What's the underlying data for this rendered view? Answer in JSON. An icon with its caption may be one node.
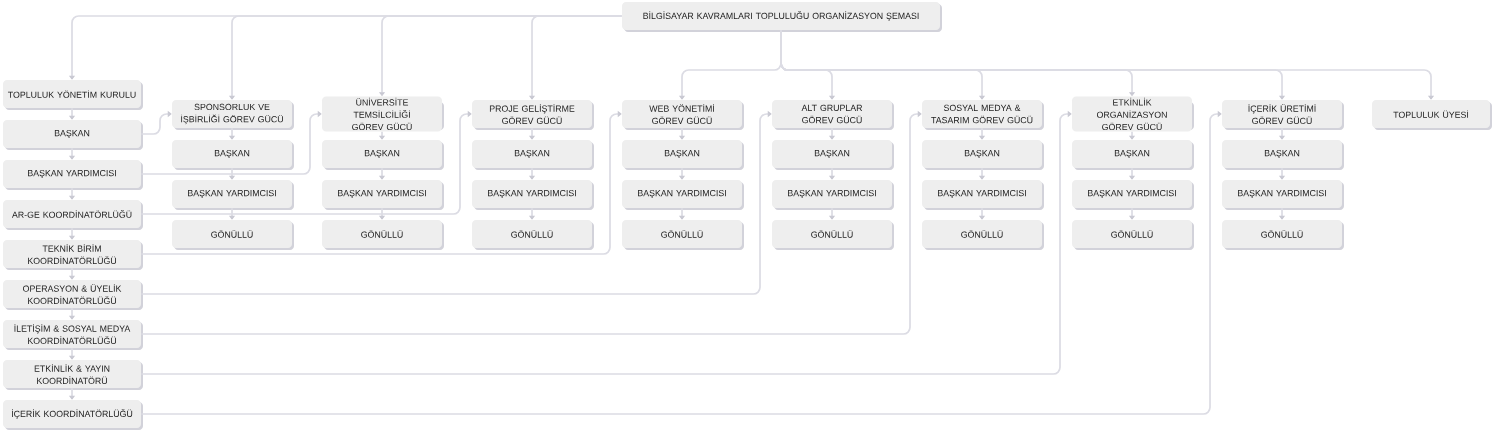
{
  "diagram": {
    "nodes": [
      {
        "text": [
          "BİLGİSAYAR KAVRAMLARI TOPLULUĞU ORGANİZASYON ŞEMASI"
        ]
      },
      {
        "text": [
          "TOPLULUK YÖNETİM KURULU"
        ]
      },
      {
        "text": [
          "BAŞKAN"
        ]
      },
      {
        "text": [
          "BAŞKAN YARDIMCISI"
        ]
      },
      {
        "text": [
          "AR-GE KOORDİNATÖRLÜĞÜ"
        ]
      },
      {
        "text": [
          "TEKNİK BİRİM KOORDİNATÖRLÜĞÜ"
        ]
      },
      {
        "text": [
          "OPERASYON & ÜYELİK KOORDİNATÖRLÜĞÜ"
        ]
      },
      {
        "text": [
          "İLETİŞİM & SOSYAL MEDYA KOORDİNATÖRLÜĞÜ"
        ]
      },
      {
        "text": [
          "ETKİNLİK & YAYIN KOORDİNATÖRÜ"
        ]
      },
      {
        "text": [
          "İÇERİK KOORDİNATÖRLÜĞÜ"
        ]
      },
      {
        "text": [
          "SPONSORLUK VE İŞBİRLİĞİ GÖREV GÜCÜ"
        ]
      },
      {
        "text": [
          "BAŞKAN"
        ]
      },
      {
        "text": [
          "BAŞKAN YARDIMCISI"
        ]
      },
      {
        "text": [
          "GÖNÜLLÜ"
        ]
      },
      {
        "text": [
          "ÜNİVERSİTE TEMSİLCİLİĞİ GÖREV GÜCÜ"
        ]
      },
      {
        "text": [
          "BAŞKAN"
        ]
      },
      {
        "text": [
          "BAŞKAN YARDIMCISI"
        ]
      },
      {
        "text": [
          "GÖNÜLLÜ"
        ]
      },
      {
        "text": [
          "PROJE GELİŞTİRME GÖREV GÜCÜ"
        ]
      },
      {
        "text": [
          "BAŞKAN"
        ]
      },
      {
        "text": [
          "BAŞKAN YARDIMCISI"
        ]
      },
      {
        "text": [
          "GÖNÜLLÜ"
        ]
      },
      {
        "text": [
          "WEB YÖNETİMİ GÖREV GÜCÜ"
        ]
      },
      {
        "text": [
          "BAŞKAN"
        ]
      },
      {
        "text": [
          "BAŞKAN YARDIMCISI"
        ]
      },
      {
        "text": [
          "GÖNÜLLÜ"
        ]
      },
      {
        "text": [
          "ALT GRUPLAR GÖREV GÜCÜ"
        ]
      },
      {
        "text": [
          "BAŞKAN"
        ]
      },
      {
        "text": [
          "BAŞKAN YARDIMCISI"
        ]
      },
      {
        "text": [
          "GÖNÜLLÜ"
        ]
      },
      {
        "text": [
          "SOSYAL MEDYA & TASARIM GÖREV GÜCÜ"
        ]
      },
      {
        "text": [
          "BAŞKAN"
        ]
      },
      {
        "text": [
          "BAŞKAN YARDIMCISI"
        ]
      },
      {
        "text": [
          "GÖNÜLLÜ"
        ]
      },
      {
        "text": [
          "ETKİNLİK ORGANİZASYON GÖREV GÜCÜ"
        ]
      },
      {
        "text": [
          "BAŞKAN"
        ]
      },
      {
        "text": [
          "BAŞKAN YARDIMCISI"
        ]
      },
      {
        "text": [
          "GÖNÜLLÜ"
        ]
      },
      {
        "text": [
          "İÇERİK ÜRETİMİ GÖREV GÜCÜ"
        ]
      },
      {
        "text": [
          "BAŞKAN"
        ]
      },
      {
        "text": [
          "BAŞKAN YARDIMCISI"
        ]
      },
      {
        "text": [
          "GÖNÜLLÜ"
        ]
      },
      {
        "text": [
          "TOPLULUK ÜYESİ"
        ]
      }
    ],
    "edges": [
      {
        "from": 0,
        "to": 1,
        "arrow": "to"
      },
      {
        "from": 0,
        "to": 10,
        "arrow": "to"
      },
      {
        "from": 0,
        "to": 14,
        "arrow": "to"
      },
      {
        "from": 0,
        "to": 18,
        "arrow": "to"
      },
      {
        "from": 0,
        "to": 22,
        "arrow": "to"
      },
      {
        "from": 0,
        "to": 26,
        "arrow": "to"
      },
      {
        "from": 0,
        "to": 30,
        "arrow": "to"
      },
      {
        "from": 0,
        "to": 34,
        "arrow": "to"
      },
      {
        "from": 0,
        "to": 38,
        "arrow": "to"
      },
      {
        "from": 0,
        "to": 42,
        "arrow": "to"
      },
      {
        "from": 1,
        "to": 2,
        "arrow": "to"
      },
      {
        "from": 2,
        "to": 3,
        "arrow": "to"
      },
      {
        "from": 3,
        "to": 4,
        "arrow": "to"
      },
      {
        "from": 4,
        "to": 5,
        "arrow": "to"
      },
      {
        "from": 5,
        "to": 6,
        "arrow": "to"
      },
      {
        "from": 6,
        "to": 7,
        "arrow": "to"
      },
      {
        "from": 7,
        "to": 8,
        "arrow": "to"
      },
      {
        "from": 8,
        "to": 9,
        "arrow": "to"
      },
      {
        "from": 2,
        "to": 10,
        "arrow": "to"
      },
      {
        "from": 3,
        "to": 14,
        "arrow": "to"
      },
      {
        "from": 4,
        "to": 18,
        "arrow": "to"
      },
      {
        "from": 5,
        "to": 22,
        "arrow": "to"
      },
      {
        "from": 6,
        "to": 26,
        "arrow": "to"
      },
      {
        "from": 7,
        "to": 30,
        "arrow": "to"
      },
      {
        "from": 8,
        "to": 34,
        "arrow": "to"
      },
      {
        "from": 9,
        "to": 38,
        "arrow": "to"
      },
      {
        "from": 10,
        "to": 11,
        "arrow": "to"
      },
      {
        "from": 11,
        "to": 12,
        "arrow": "to"
      },
      {
        "from": 12,
        "to": 13,
        "arrow": "to"
      },
      {
        "from": 14,
        "to": 15,
        "arrow": "to"
      },
      {
        "from": 15,
        "to": 16,
        "arrow": "to"
      },
      {
        "from": 16,
        "to": 17,
        "arrow": "to"
      },
      {
        "from": 18,
        "to": 19,
        "arrow": "to"
      },
      {
        "from": 19,
        "to": 20,
        "arrow": "to"
      },
      {
        "from": 20,
        "to": 21,
        "arrow": "to"
      },
      {
        "from": 22,
        "to": 23,
        "arrow": "to"
      },
      {
        "from": 23,
        "to": 24,
        "arrow": "to"
      },
      {
        "from": 24,
        "to": 25,
        "arrow": "to"
      },
      {
        "from": 26,
        "to": 27,
        "arrow": "to"
      },
      {
        "from": 27,
        "to": 28,
        "arrow": "to"
      },
      {
        "from": 28,
        "to": 29,
        "arrow": "to"
      },
      {
        "from": 30,
        "to": 31,
        "arrow": "to"
      },
      {
        "from": 31,
        "to": 32,
        "arrow": "to"
      },
      {
        "from": 32,
        "to": 33,
        "arrow": "to"
      },
      {
        "from": 34,
        "to": 35,
        "arrow": "to"
      },
      {
        "from": 35,
        "to": 36,
        "arrow": "to"
      },
      {
        "from": 36,
        "to": 37,
        "arrow": "to"
      },
      {
        "from": 38,
        "to": 39,
        "arrow": "to"
      },
      {
        "from": 39,
        "to": 40,
        "arrow": "to"
      },
      {
        "from": 40,
        "to": 41,
        "arrow": "to"
      }
    ]
  }
}
